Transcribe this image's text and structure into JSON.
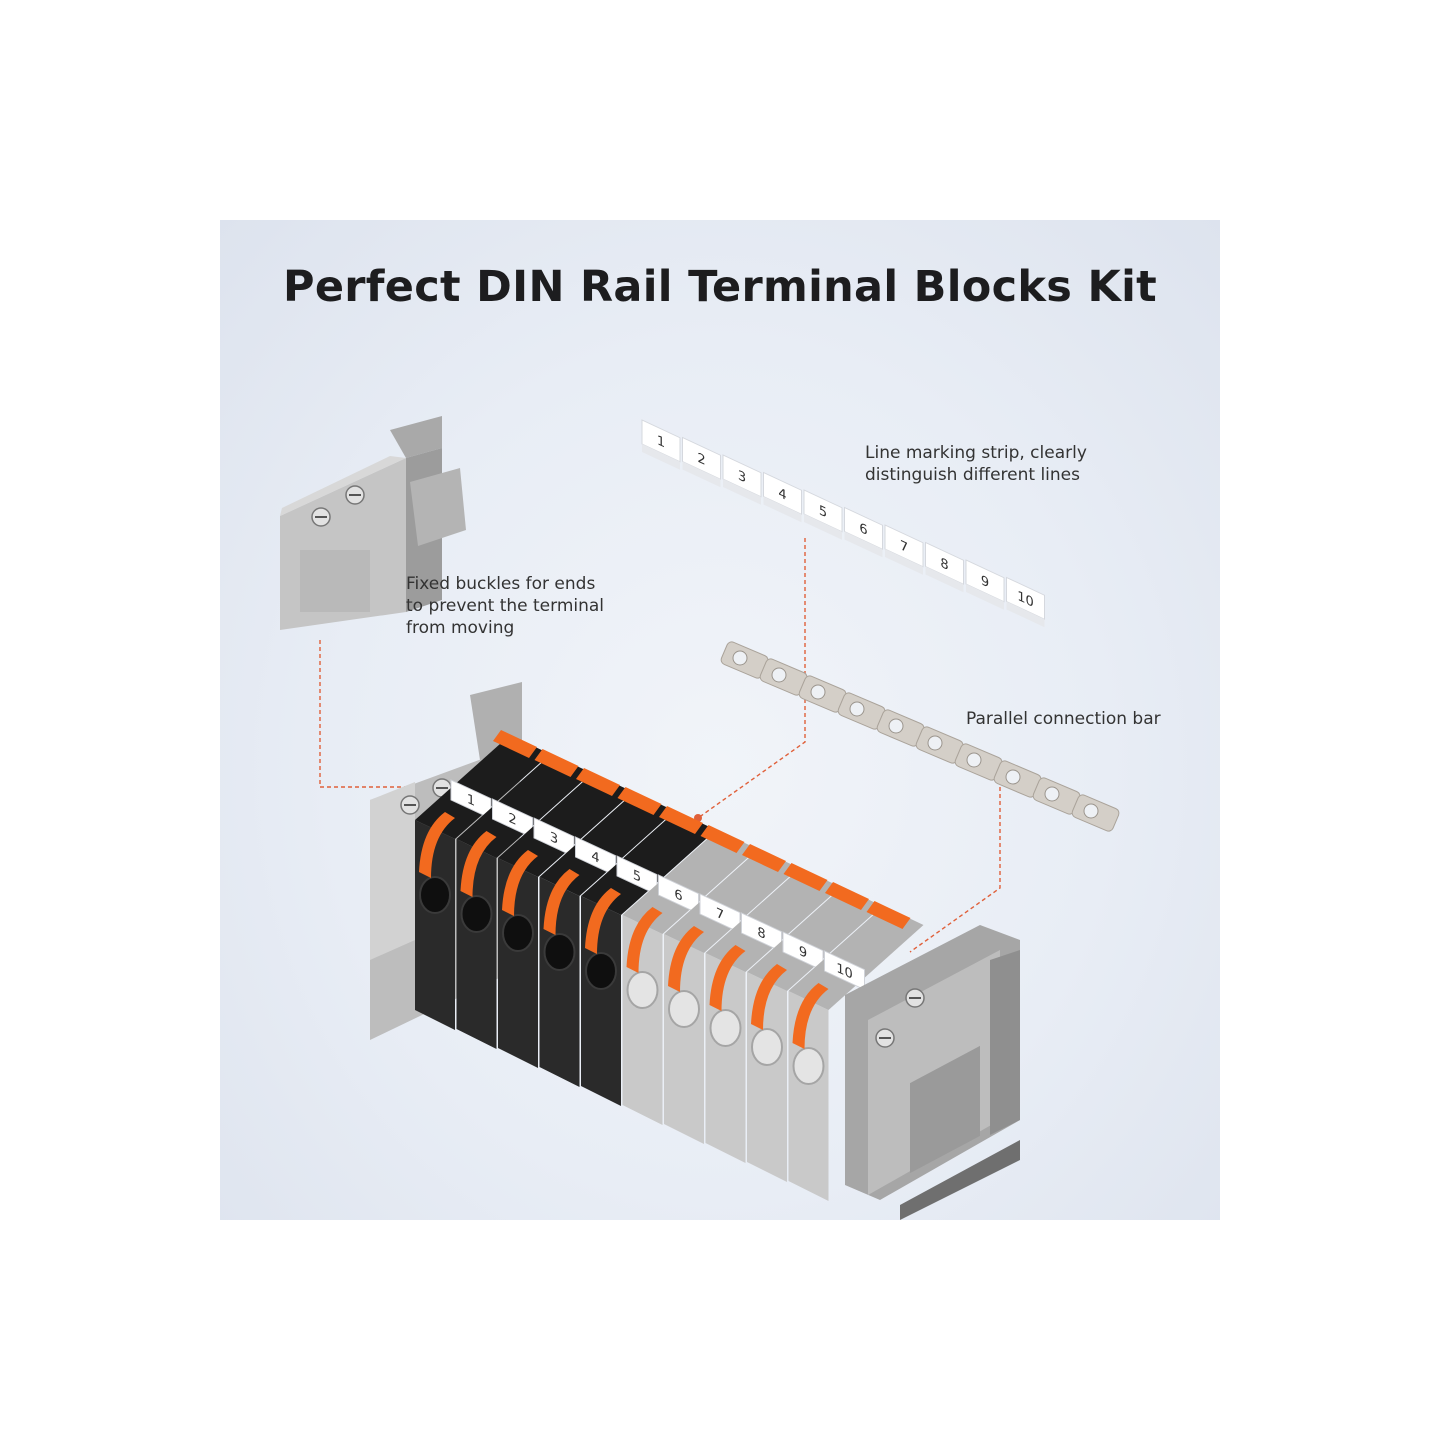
{
  "title": "Perfect DIN Rail Terminal Blocks Kit",
  "callouts": {
    "marking_strip": "Line marking strip, clearly\ndistinguish different lines",
    "end_buckle": "Fixed buckles for ends\nto prevent the terminal\nfrom moving",
    "connection_bar": "Parallel connection bar"
  },
  "marker_numbers": [
    "1",
    "2",
    "3",
    "4",
    "5",
    "6",
    "7",
    "8",
    "9",
    "10"
  ],
  "colors": {
    "orange": "#f26a1f",
    "black_body": "#2a2a2a",
    "grey_body": "#c9c9c9",
    "dashed_leader": "#e0603a"
  }
}
